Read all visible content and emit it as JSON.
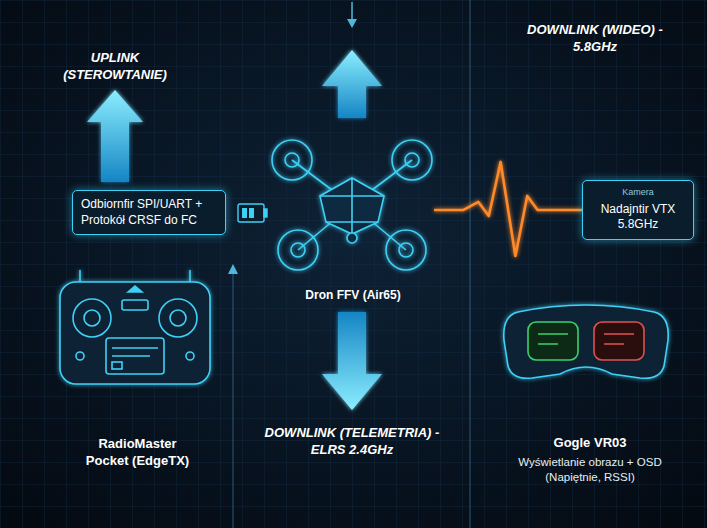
{
  "diagram": {
    "nodes": [
      {
        "text": [
          "Odbiornfir SPI/UART + Protokół CRSF do FC"
        ]
      },
      {
        "text": [
          "Dron FFV (Air65)"
        ]
      },
      {
        "text": [
          "Kamera",
          "Nadajntir VTX 5.8GHz"
        ]
      },
      {
        "text": [
          "RadioMaster Pocket (EdgeTX)"
        ]
      },
      {
        "text": [
          "Gogle VR03",
          "Wyświetlanie obrazu + OSD (Napiętnie, RSSI)"
        ]
      }
    ],
    "edges": [
      {
        "from": 0,
        "to": 1,
        "arrow": "none"
      },
      {
        "from": 1,
        "to": 2,
        "arrow": "none"
      }
    ],
    "labels": [
      "UPLINK (STEROWTANIE)",
      "DOWNLINK (WIDEO) - 5.8GHz",
      "DOWNLINK (TELEMETRIA) - ELRS 2.4GHz"
    ]
  }
}
